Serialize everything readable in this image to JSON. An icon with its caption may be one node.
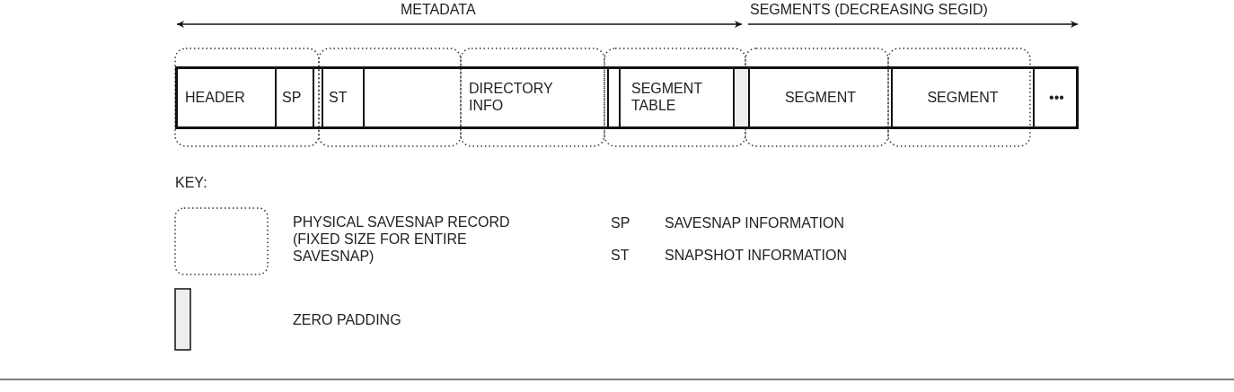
{
  "diagram": {
    "nodes": [
      {
        "text": [],
        "shape": "box"
      },
      {
        "text": [
          "HEADER"
        ],
        "in": 0
      },
      {
        "text": [
          "SP"
        ],
        "in": 0
      },
      {
        "text": [],
        "shape": "box",
        "in": 0
      },
      {
        "text": [
          "ST"
        ],
        "in": 0
      },
      {
        "text": [
          "DIRECTORY INFO"
        ],
        "in": 0
      },
      {
        "text": [],
        "shape": "box",
        "in": 0
      },
      {
        "text": [
          "SEGMENT TABLE"
        ],
        "in": 0
      },
      {
        "text": [],
        "shape": "box",
        "in": 0
      },
      {
        "text": [
          "SEGMENT"
        ],
        "in": 0
      },
      {
        "text": [
          "SEGMENT"
        ],
        "in": 0
      },
      {
        "text": [
          "•••"
        ],
        "in": 0
      }
    ],
    "edges": [],
    "labels": [
      "METADATA",
      "SEGMENTS (DECREASING SEGID)",
      "KEY:",
      "SP",
      "SAVESNAP INFORMATION",
      "ST",
      "SNAPSHOT INFORMATION"
    ],
    "legend": [
      {
        "text": "PHYSICAL SAVESNAP RECORD (FIXED SIZE FOR ENTIRE SAVESNAP)"
      },
      {
        "text": "ZERO PADDING",
        "color": "#eeeeee"
      }
    ]
  }
}
